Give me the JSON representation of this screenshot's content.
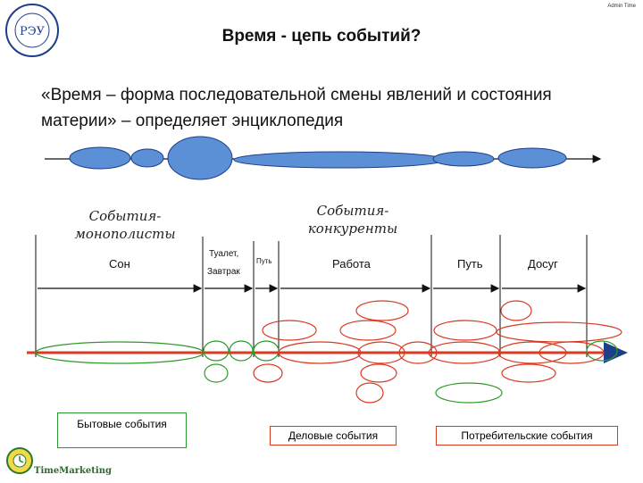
{
  "header": {
    "corner_text": "Admin Time",
    "title": "Время - цепь событий?",
    "quote": "«Время – форма последовательной смены явлений и состояния материи» – определяет энциклопедия",
    "logo_text": "РЭУ"
  },
  "categories": {
    "monopolists": "События-монополисты",
    "competitors": "События-конкуренты"
  },
  "segments": {
    "sleep": "Сон",
    "toilet": "Туалет,",
    "breakfast": "Завтрак",
    "path1": "Путь",
    "work": "Работа",
    "path2": "Путь",
    "leisure": "Досуг"
  },
  "boxes": {
    "household": "Бытовые события",
    "business": "Деловые события",
    "consumer": "Потребительские события"
  },
  "footer": {
    "brand": "TimeMarketing"
  },
  "colors": {
    "blue_ellipse": "#5b8fd6",
    "red": "#d83a22",
    "green": "#2a9a2a",
    "dark": "#111111"
  }
}
